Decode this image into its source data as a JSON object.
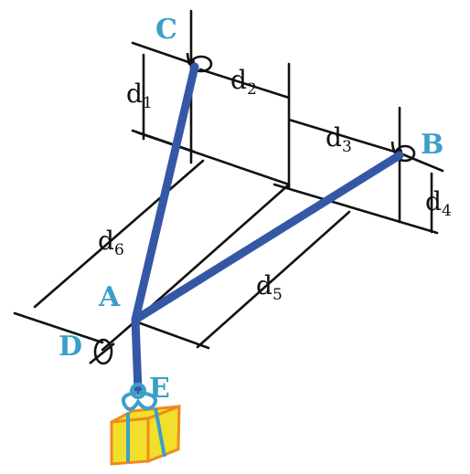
{
  "colors": {
    "label": "#3aa0c8",
    "cable": "#3558a6",
    "line": "#111111",
    "box_fill": "#f2df2c",
    "box_edge": "#f08a1e",
    "ribbon": "#3aa0c8"
  },
  "points": {
    "A": "A",
    "B": "B",
    "C": "C",
    "D": "D",
    "E": "E"
  },
  "dimensions": {
    "d1": {
      "base": "d",
      "sub": "1"
    },
    "d2": {
      "base": "d",
      "sub": "2"
    },
    "d3": {
      "base": "d",
      "sub": "3"
    },
    "d4": {
      "base": "d",
      "sub": "4"
    },
    "d5": {
      "base": "d",
      "sub": "5"
    },
    "d6": {
      "base": "d",
      "sub": "6"
    }
  }
}
